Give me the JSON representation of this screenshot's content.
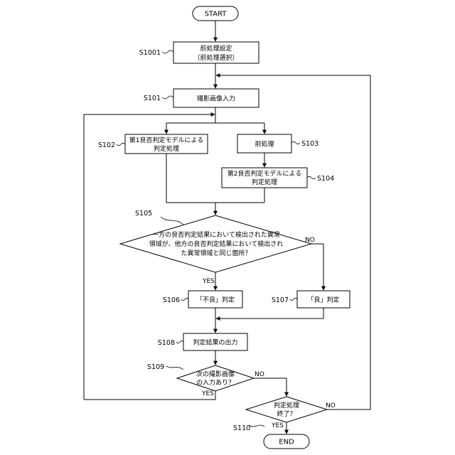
{
  "terminals": {
    "start": "START",
    "end": "END"
  },
  "steps": {
    "s1001": {
      "id": "S1001",
      "line1": "前処理設定",
      "line2": "（前処理選択）"
    },
    "s101": {
      "id": "S101",
      "text": "撮影画像入力"
    },
    "s102": {
      "id": "S102",
      "line1": "第1良否判定モデルによる",
      "line2": "判定処理"
    },
    "s103": {
      "id": "S103",
      "text": "前処理"
    },
    "s104": {
      "id": "S104",
      "line1": "第2良否判定モデルによる",
      "line2": "判定処理"
    },
    "s105": {
      "id": "S105",
      "line1": "一方の良否判定結果において検出された異常",
      "line2": "領域が、他方の良否判定結果において検出され",
      "line3": "た異常領域と同じ箇所？"
    },
    "s106": {
      "id": "S106",
      "text": "「不良」判定"
    },
    "s107": {
      "id": "S107",
      "text": "「良」判定"
    },
    "s108": {
      "id": "S108",
      "text": "判定結果の出力"
    },
    "s109": {
      "id": "S109",
      "line1": "次の撮影画像",
      "line2": "の入力あり？"
    },
    "s110": {
      "id": "S110",
      "line1": "判定処理",
      "line2": "終了？"
    }
  },
  "branches": {
    "s105_yes": "YES",
    "s105_no": "NO",
    "s109_yes": "YES",
    "s109_no": "NO",
    "s110_yes": "YES",
    "s110_no": "NO"
  }
}
